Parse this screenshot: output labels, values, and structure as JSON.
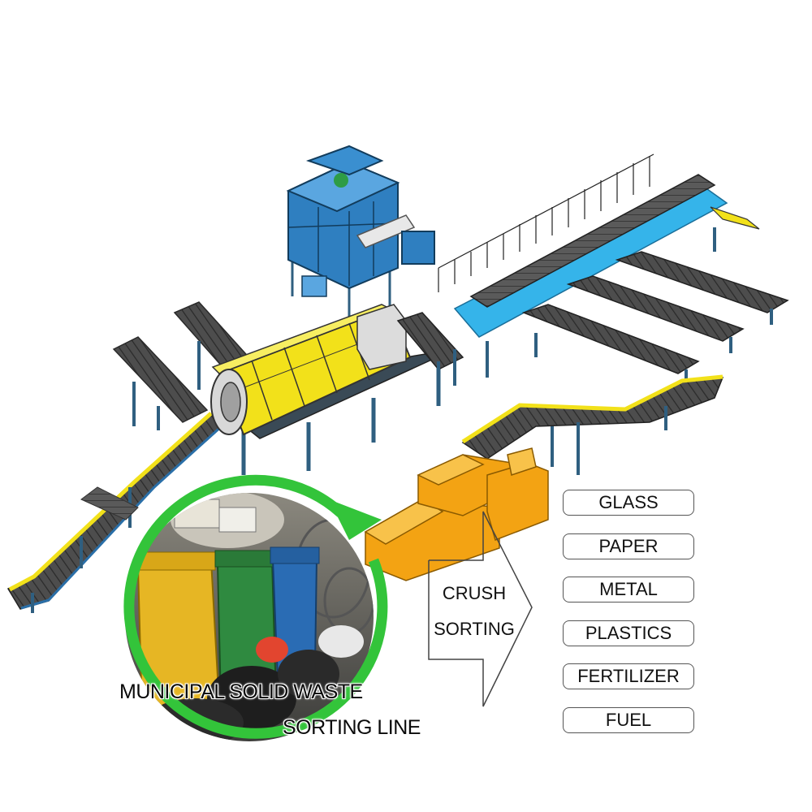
{
  "caption": {
    "line1": "MUNICIPAL SOLID WASTE",
    "line2": "SORTING LINE"
  },
  "process": {
    "line1": "CRUSH",
    "line2": "SORTING"
  },
  "outputs": [
    "GLASS",
    "PAPER",
    "METAL",
    "PLASTICS",
    "FERTILIZER",
    "FUEL"
  ],
  "colors": {
    "accent_green": "#33c43a",
    "trommel_yellow": "#f2e11a",
    "crusher_orange": "#f3a313",
    "dust_collector_blue": "#2f7fc0",
    "platform_cyan": "#35b4ea",
    "conveyor_dark": "#4a4a4a"
  }
}
